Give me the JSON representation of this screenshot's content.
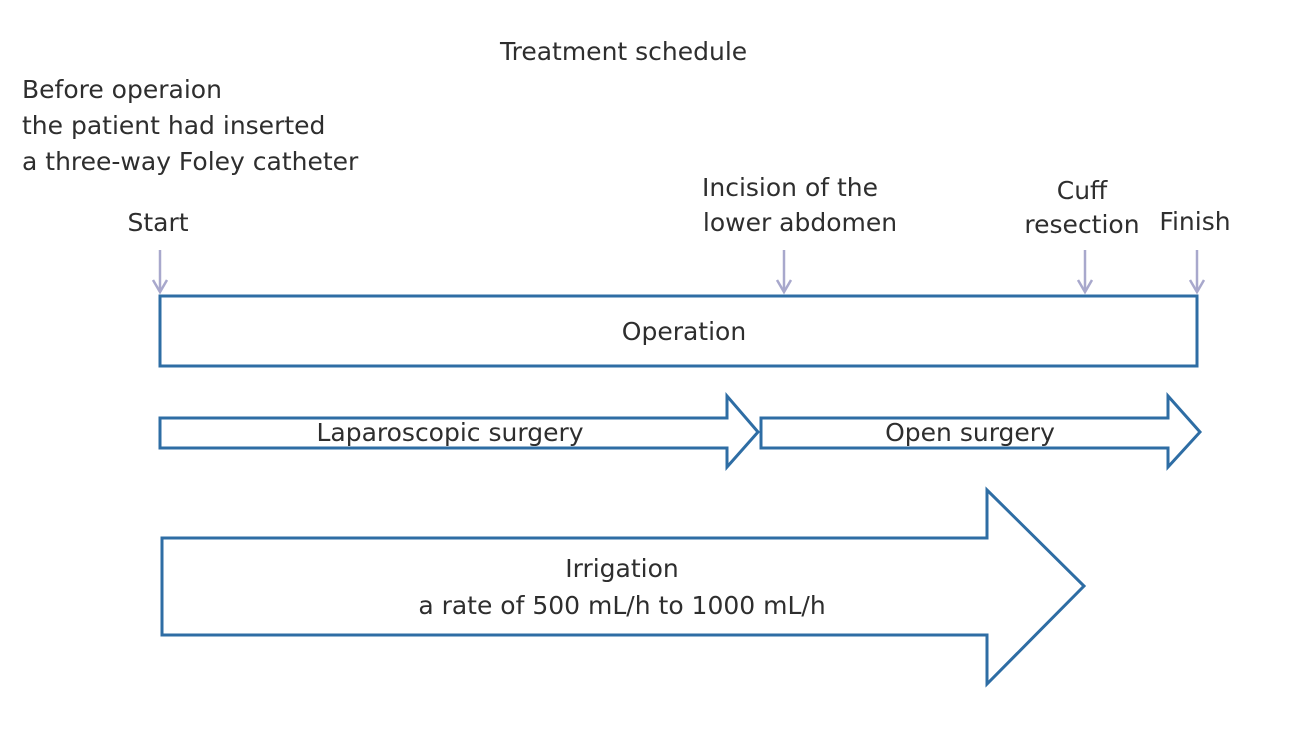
{
  "title": "Treatment schedule",
  "note": [
    "Before operaion",
    "the patient had inserted",
    "a three-way Foley catheter"
  ],
  "markers": {
    "start": [
      "Start"
    ],
    "incision": [
      "Incision of the",
      "lower abdomen"
    ],
    "cuff": [
      "Cuff",
      "resection"
    ],
    "finish": [
      "Finish"
    ]
  },
  "bars": {
    "operation": "Operation",
    "laparoscopic": "Laparoscopic surgery",
    "open": "Open surgery",
    "irrigation": [
      "Irrigation",
      "a rate of 500 mL/h to 1000 mL/h"
    ]
  },
  "colors": {
    "outline": "#2e6da4",
    "marker_arrow": "#a8a8cc",
    "text": "#2e2e2e"
  }
}
